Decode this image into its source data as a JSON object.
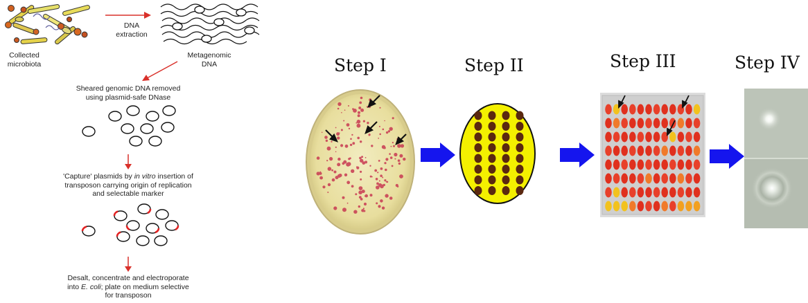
{
  "workflow": {
    "collected_label_1": "Collected",
    "collected_label_2": "microbiota",
    "extraction_label_1": "DNA",
    "extraction_label_2": "extraction",
    "metagenomic_label_1": "Metagenomic",
    "metagenomic_label_2": "DNA",
    "step_a_line1": "Sheared genomic DNA removed",
    "step_a_line2": "using plasmid-safe DNase",
    "step_b_line1_pre": "'Capture' plasmids by ",
    "step_b_line1_em": "in vitro",
    "step_b_line1_post": " insertion of",
    "step_b_line2": "transposon carrying origin of replication",
    "step_b_line3": "and selectable marker",
    "step_c_line1": "Desalt, concentrate and electroporate",
    "step_c_line2_pre": "into ",
    "step_c_line2_em": "E. coli",
    "step_c_line2_post": "; plate on medium selective",
    "step_c_line3": "for transposon"
  },
  "steps": [
    {
      "label": "Step I"
    },
    {
      "label": "Step II"
    },
    {
      "label": "Step III"
    },
    {
      "label": "Step IV"
    }
  ],
  "colors": {
    "arrow_red": "#d9302a",
    "step_arrow_blue": "#1515ee",
    "plate_yellow": "#f4f000",
    "colony_brown": "#5a2810",
    "plasmid_marker": "#e32222"
  }
}
